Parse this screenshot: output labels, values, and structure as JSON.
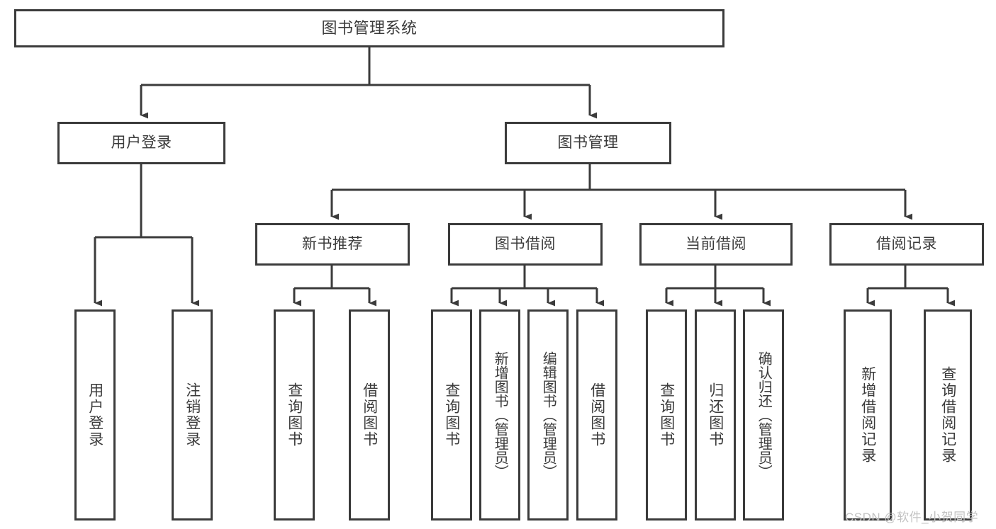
{
  "diagram": {
    "type": "tree-hierarchy-chart",
    "title": "图书管理系统",
    "line_color": "#3b3b3b",
    "box_fill": "#ffffff",
    "text_color": "#3a3a3a",
    "root": {
      "label": "图书管理系统"
    },
    "level1": [
      {
        "label": "用户登录"
      },
      {
        "label": "图书管理"
      }
    ],
    "level2": [
      {
        "label": "新书推荐"
      },
      {
        "label": "图书借阅"
      },
      {
        "label": "当前借阅"
      },
      {
        "label": "借阅记录"
      }
    ],
    "leaves": {
      "user_login": [
        {
          "label": "用户登录"
        },
        {
          "label": "注销登录"
        }
      ],
      "new_book_recommend": [
        {
          "label": "查询图书"
        },
        {
          "label": "借阅图书"
        }
      ],
      "book_borrow": [
        {
          "label": "查询图书"
        },
        {
          "label": "新增图书（管理员）"
        },
        {
          "label": "编辑图书（管理员）"
        },
        {
          "label": "借阅图书"
        }
      ],
      "current_borrow": [
        {
          "label": "查询图书"
        },
        {
          "label": "归还图书"
        },
        {
          "label": "确认归还（管理员）"
        }
      ],
      "borrow_record": [
        {
          "label": "新增借阅记录"
        },
        {
          "label": "查询借阅记录"
        }
      ]
    }
  },
  "watermark": {
    "text": "CSDN @软件_小贺同学",
    "color": "#c2c2c2"
  }
}
